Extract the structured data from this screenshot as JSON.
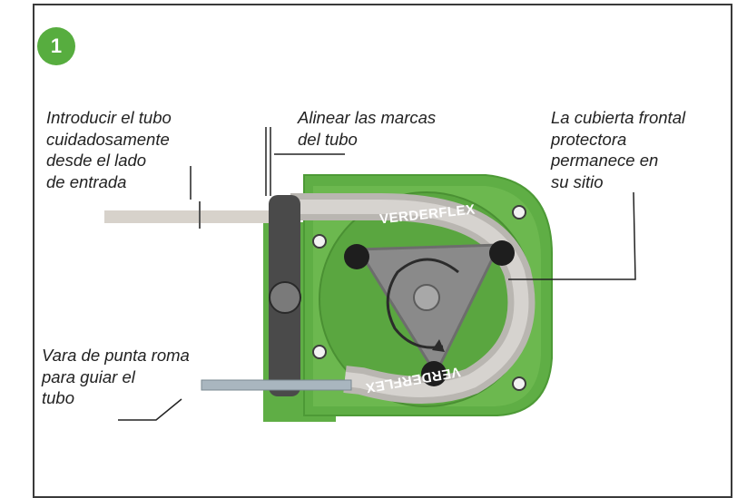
{
  "step": {
    "number": "1",
    "color": "#57ad3f"
  },
  "callouts": {
    "tube_insert": [
      "Introducir el tubo",
      "cuidadosamente",
      "desde el lado",
      "de entrada"
    ],
    "align_marks": [
      "Alinear las marcas",
      "del tubo"
    ],
    "front_cover": [
      "La cubierta frontal",
      "protectora",
      "permanece en",
      "su sitio"
    ],
    "guide_rod": [
      "Vara de punta roma",
      "para guiar el",
      "tubo"
    ]
  },
  "brand": {
    "upper": "VERDERFLEX",
    "lower": "VERDERFLEX"
  },
  "colors": {
    "pump_green": "#5fae45",
    "pump_green_light": "#78c25b",
    "rotor_gray": "#8a8a8a",
    "tube": "#c9c6c2",
    "bracket": "#4a4a4a"
  }
}
